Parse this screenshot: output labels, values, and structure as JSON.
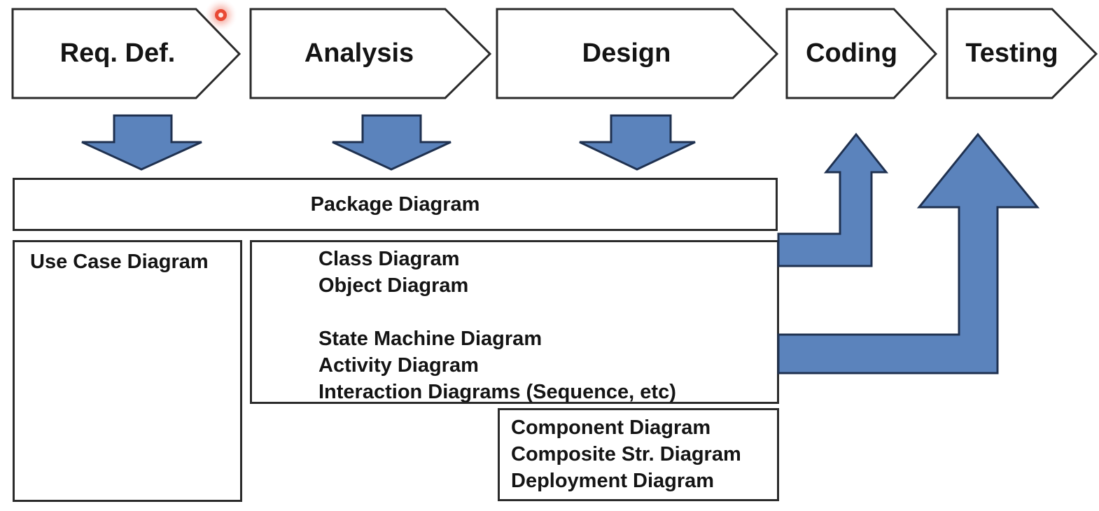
{
  "phases": [
    {
      "label": "Req. Def."
    },
    {
      "label": "Analysis"
    },
    {
      "label": "Design"
    },
    {
      "label": "Coding"
    },
    {
      "label": "Testing"
    }
  ],
  "boxes": {
    "package": {
      "title": "Package Diagram"
    },
    "use_case": {
      "title": "Use Case Diagram"
    },
    "analysis_design": {
      "lines": [
        "Class Diagram",
        "Object Diagram",
        "",
        "State Machine Diagram",
        "Activity Diagram",
        "Interaction Diagrams (Sequence, etc)"
      ]
    },
    "design_components": {
      "lines": [
        "Component Diagram",
        "Composite Str. Diagram",
        "Deployment Diagram"
      ]
    }
  },
  "icons": {
    "down_arrows": [
      "down-arrow-req-def",
      "down-arrow-analysis",
      "down-arrow-design"
    ],
    "up_arrows": [
      "up-arrow-to-coding",
      "up-arrow-to-testing"
    ],
    "cursor": "cursor-indicator"
  },
  "colors": {
    "arrow_fill": "#5b83bc",
    "arrow_stroke": "#1f3150",
    "shape_border": "#2b2b2b",
    "text": "#141414",
    "background": "#ffffff",
    "indicator_red": "#e8402a"
  }
}
